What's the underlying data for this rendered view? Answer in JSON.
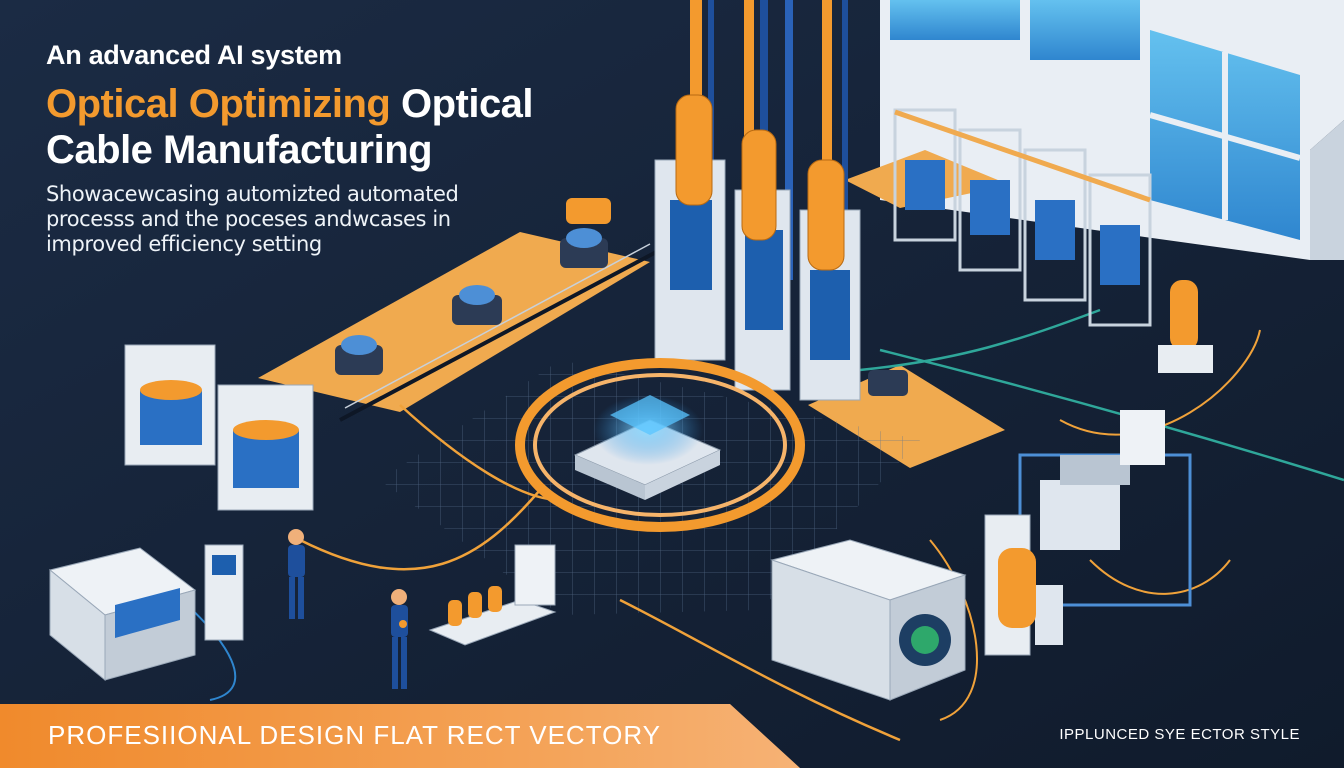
{
  "title": {
    "line1": "An advanced AI system",
    "line2_highlight": "Optical Optimizing",
    "line2_rest": " Optical",
    "line3": "Cable Manufacturing"
  },
  "subtitle": {
    "line1": "Showacewcasing automizted automated",
    "line2": "processs and the poceses andwcases in",
    "line3": "improved efficiency setting"
  },
  "footer": {
    "banner_text": "PROFESIIONAL DESIGN FLAT RECT VECTORY",
    "corner_text": "IPPLUNCED SYE ECTOR STYLE"
  },
  "colors": {
    "background": "#16243a",
    "accent_orange": "#f39a2e",
    "accent_blue": "#1e6fc4",
    "text": "#ffffff"
  },
  "icons": [
    "optical-cable-coil-icon",
    "worker-icon",
    "factory-machine-icon",
    "robot-cart-icon"
  ]
}
